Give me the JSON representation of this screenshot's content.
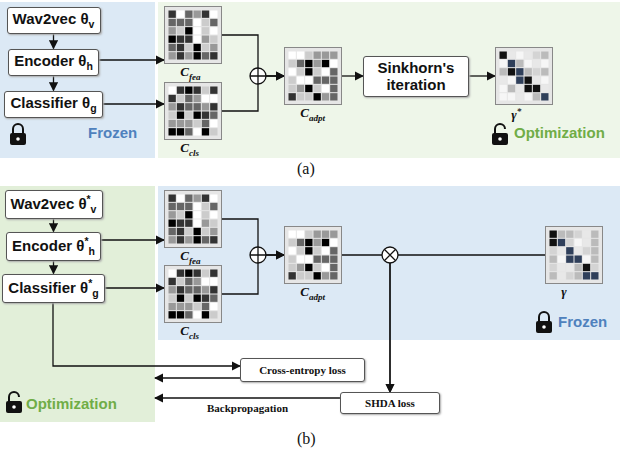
{
  "diagram": {
    "nodes": [
      {
        "text": [
          "Frozen"
        ]
      },
      {
        "text": [
          "Wav2vec θv"
        ],
        "in": 0
      },
      {
        "text": [
          "Encoder θh"
        ],
        "in": 0
      },
      {
        "text": [
          "Classifier θg"
        ],
        "in": 0
      },
      {
        "text": [
          "Optimization"
        ]
      },
      {
        "text": [
          "Cfea"
        ],
        "in": 4
      },
      {
        "text": [
          "Ccls"
        ],
        "in": 4
      },
      {
        "text": [
          "Cadpt"
        ],
        "in": 4
      },
      {
        "text": [
          "Sinkhorn's iteration"
        ],
        "in": 4
      },
      {
        "text": [
          "γ*"
        ],
        "in": 4
      },
      {
        "text": [
          "Optimization"
        ]
      },
      {
        "text": [
          "Wav2vec θ*v"
        ],
        "in": 10
      },
      {
        "text": [
          "Encoder θ*h"
        ],
        "in": 10
      },
      {
        "text": [
          "Classifier θ*g"
        ],
        "in": 10
      },
      {
        "text": [
          "Frozen"
        ]
      },
      {
        "text": [
          "Cfea"
        ],
        "in": 14
      },
      {
        "text": [
          "Ccls"
        ],
        "in": 14
      },
      {
        "text": [
          "Cadpt"
        ],
        "in": 14
      },
      {
        "text": [
          "γ"
        ],
        "in": 14
      },
      {
        "text": [
          "Cross-entropy loss"
        ]
      },
      {
        "text": [
          "SHDA loss"
        ]
      }
    ],
    "edges": [
      {
        "from": 1,
        "to": 2,
        "arrow": "to"
      },
      {
        "from": 2,
        "to": 3,
        "arrow": "to"
      },
      {
        "from": 2,
        "to": 5,
        "arrow": "to"
      },
      {
        "from": 3,
        "to": 6,
        "arrow": "to"
      },
      {
        "from": 5,
        "to": 7,
        "arrow": "to"
      },
      {
        "from": 6,
        "to": 7,
        "arrow": "to"
      },
      {
        "from": 7,
        "to": 8,
        "arrow": "to"
      },
      {
        "from": 8,
        "to": 9,
        "arrow": "to"
      },
      {
        "from": 11,
        "to": 12,
        "arrow": "to"
      },
      {
        "from": 12,
        "to": 13,
        "arrow": "to"
      },
      {
        "from": 12,
        "to": 15,
        "arrow": "to"
      },
      {
        "from": 13,
        "to": 16,
        "arrow": "to"
      },
      {
        "from": 15,
        "to": 17,
        "arrow": "to"
      },
      {
        "from": 16,
        "to": 17,
        "arrow": "to"
      },
      {
        "from": 17,
        "to": 20,
        "arrow": "to"
      },
      {
        "from": 18,
        "to": 20,
        "arrow": "to"
      },
      {
        "from": 13,
        "to": 19,
        "arrow": "to"
      },
      {
        "from": 19,
        "to": 10,
        "arrow": "to"
      },
      {
        "from": 20,
        "to": 10,
        "label": "Backpropagation",
        "arrow": "to"
      }
    ],
    "labels": [
      "(a)",
      "(b)"
    ]
  }
}
